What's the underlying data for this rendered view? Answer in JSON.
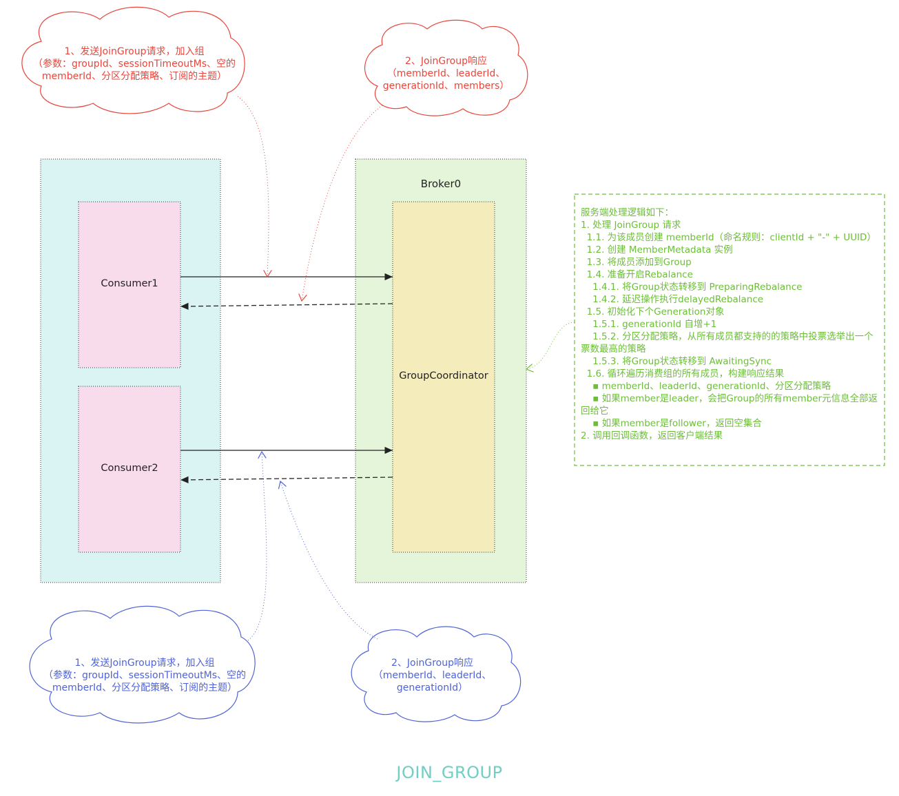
{
  "diagram_title": "JOIN_GROUP",
  "broker": {
    "label": "Broker0"
  },
  "coordinator": {
    "label": "GroupCoordinator"
  },
  "consumers": [
    {
      "label": "Consumer1"
    },
    {
      "label": "Consumer2"
    }
  ],
  "clouds": {
    "request_top": "1、发送JoinGroup请求，加入组\n（参数：groupId、sessionTimeoutMs、空的\nmemberId、分区分配策略、订阅的主题）",
    "response_top": "2、JoinGroup响应\n（memberId、leaderId、\ngenerationId、members）",
    "request_bottom": "1、发送JoinGroup请求，加入组\n（参数：groupId、sessionTimeoutMs、空的\nmemberId、分区分配策略、订阅的主题）",
    "response_bottom": "2、JoinGroup响应\n（memberId、leaderId、\ngenerationId）"
  },
  "note_lines": [
    "服务端处理逻辑如下：",
    "1. 处理 JoinGroup 请求",
    "  1.1. 为该成员创建 memberId（命名规则：clientId + \"-\" + UUID）",
    "  1.2. 创建 MemberMetadata 实例",
    "  1.3. 将成员添加到Group",
    "  1.4. 准备开启Rebalance",
    "    1.4.1. 将Group状态转移到 PreparingRebalance",
    "    1.4.2. 延迟操作执行delayedRebalance",
    "  1.5. 初始化下个Generation对象",
    "    1.5.1. generationId 自增+1",
    "    1.5.2. 分区分配策略，从所有成员都支持的的策略中投票选举出一个票数最高的策略",
    "    1.5.3. 将Group状态转移到 AwaitingSync",
    "  1.6. 循环遍历消费组的所有成员，构建响应结果",
    "    ▪ memberId、leaderId、generationId、分区分配策略",
    "    ▪ 如果member是leader，会把Group的所有member元信息全部返回给它",
    "    ▪ 如果member是follower，返回空集合",
    "2. 调用回调函数，返回客户端结果"
  ],
  "colors": {
    "consumer_group_bg": "#d9f4f3",
    "broker_bg": "#e4f5d9",
    "consumer_bg": "#f9dcec",
    "coordinator_bg": "#f5ecbc",
    "red": "#e8463c",
    "blue": "#4f63d6",
    "green": "#6dbd3a"
  }
}
